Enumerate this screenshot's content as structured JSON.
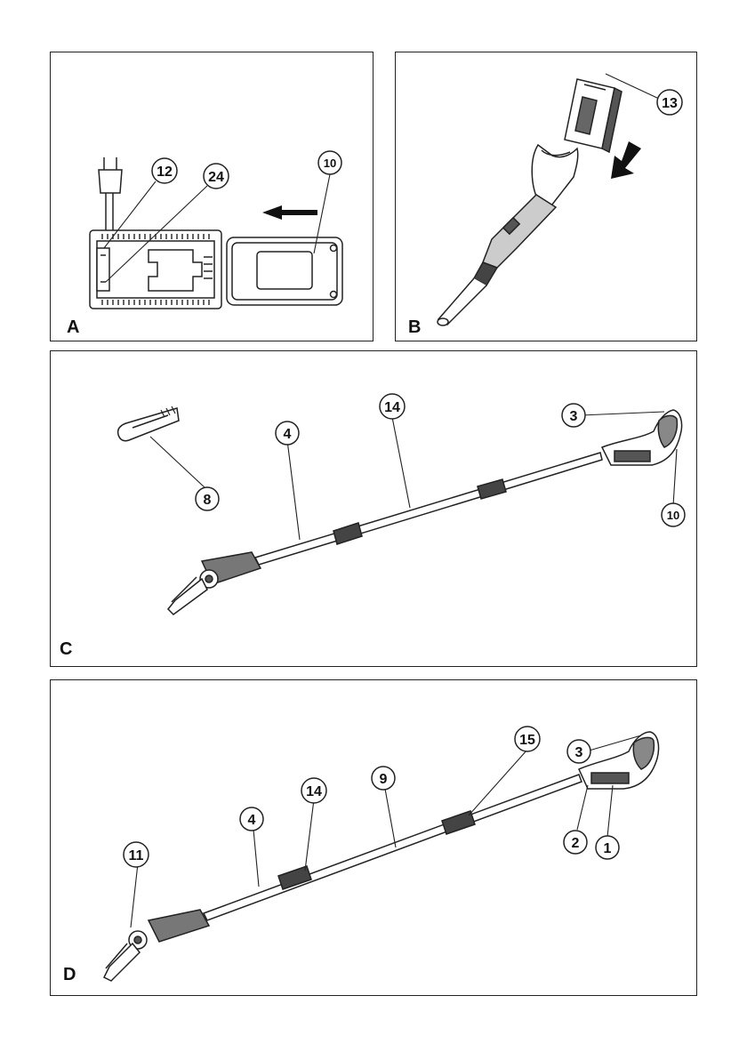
{
  "panels": {
    "a": {
      "letter": "A",
      "callouts": [
        "12",
        "24",
        "10"
      ]
    },
    "b": {
      "letter": "B",
      "callouts": [
        "13"
      ]
    },
    "c": {
      "letter": "C",
      "callouts": [
        "14",
        "3",
        "4",
        "8",
        "10"
      ]
    },
    "d": {
      "letter": "D",
      "callouts": [
        "15",
        "3",
        "9",
        "14",
        "4",
        "11",
        "2",
        "1"
      ]
    }
  },
  "icons": [
    "power-plug-icon",
    "direction-arrow-icon",
    "battery-pack-icon",
    "charger-icon",
    "pole-saw-icon",
    "chain-cover-icon"
  ]
}
